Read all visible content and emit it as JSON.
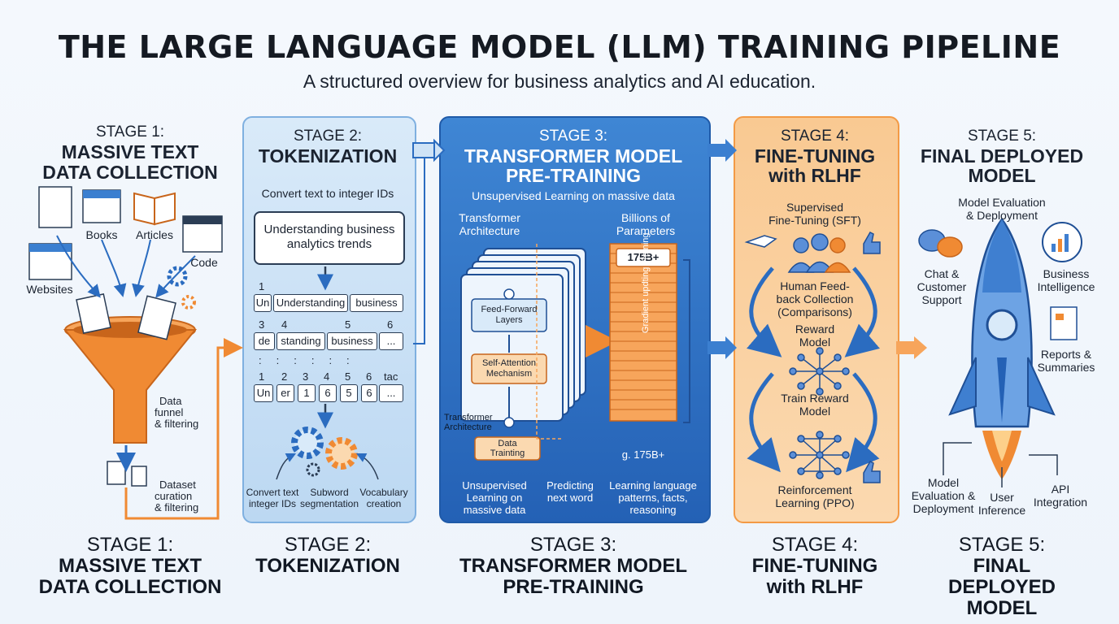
{
  "title": "THE LARGE LANGUAGE MODEL (LLM) TRAINING PIPELINE",
  "subtitle": "A structured overview for business analytics and AI education.",
  "colors": {
    "blue_dark": "#2461b5",
    "blue_light": "#cfe3f6",
    "orange": "#f39a45",
    "orange_light": "#fbd9b0"
  },
  "stage1": {
    "label": "STAGE 1:",
    "name_line1": "MASSIVE TEXT",
    "name_line2": "DATA COLLECTION",
    "sources": [
      "Books",
      "Articles",
      "Code",
      "Websites"
    ],
    "funnel_label": [
      "Data",
      "funnel",
      "& filtering"
    ],
    "curation_label": [
      "Dataset",
      "curation",
      "& filtering"
    ],
    "icons": [
      "document-icon",
      "browser-icon",
      "book-icon",
      "code-icon",
      "funnel-icon"
    ]
  },
  "stage2": {
    "label": "STAGE 2:",
    "name": "TOKENIZATION",
    "intro": "Convert text to integer IDs",
    "example_line1": "Understanding business",
    "example_line2": "analytics trends",
    "row1_nums": [
      "1"
    ],
    "row1_tokens": [
      "Un",
      "Understanding",
      "business"
    ],
    "row2_nums": [
      "3",
      "4",
      "5",
      "6"
    ],
    "row2_tokens": [
      "de",
      "standing",
      "business",
      "..."
    ],
    "row3_nums": [
      "1",
      "2",
      "3",
      "4",
      "5",
      "6",
      "tac"
    ],
    "row3_tokens": [
      "Un",
      "er",
      "1",
      "6",
      "5",
      "6",
      "..."
    ],
    "captions": [
      [
        "Convert text",
        "integer IDs"
      ],
      [
        "Subword",
        "segmentation"
      ],
      [
        "Vocabulary",
        "creation"
      ]
    ]
  },
  "stage3": {
    "label": "STAGE 3:",
    "name_line1": "TRANSFORMER MODEL",
    "name_line2": "PRE-TRAINING",
    "intro": "Unsupervised Learning on massive data",
    "arch_label": [
      "Transformer",
      "Architecture"
    ],
    "params_label": [
      "Billions of",
      "Parameters"
    ],
    "param_badge": "175B+",
    "ff_layers": [
      "Feed-Forward",
      "Layers"
    ],
    "self_attention": [
      "Self-Attention",
      "Mechanism"
    ],
    "arch_label2": [
      "Transformer",
      "Architecture"
    ],
    "data_training": [
      "Data",
      "Trainting"
    ],
    "gradient_label": "Gradient updting Training",
    "param_footer": "g. 175B+",
    "captions": [
      [
        "Unsupervised",
        "Learning on",
        "massive data"
      ],
      [
        "Predicting",
        "next word"
      ],
      [
        "Learning language",
        "patterns, facts,",
        "reasoning"
      ]
    ]
  },
  "stage4": {
    "label": "STAGE 4:",
    "name_line1": "FINE-TUNING",
    "name_line2": "with RLHF",
    "sft": [
      "Supervised",
      "Fine-Tuning (SFT)"
    ],
    "human_feedback": [
      "Human Feed-",
      "back Collection",
      "(Comparisons)"
    ],
    "reward_model": [
      "Reward",
      "Model"
    ],
    "train_reward": [
      "Train Reward",
      "Model"
    ],
    "rl": [
      "Reinforcement",
      "Learning (PPO)"
    ]
  },
  "stage5": {
    "label": "STAGE 5:",
    "name_line1": "FINAL DEPLOYED",
    "name_line2": "MODEL",
    "eval": [
      "Model Evaluation",
      "& Deployment"
    ],
    "chat": [
      "Chat &",
      "Customer",
      "Support"
    ],
    "bi": [
      "Business",
      "Intelligence"
    ],
    "reports": [
      "Reports &",
      "Summaries"
    ],
    "bottom": [
      [
        "Model",
        "Evaluation &",
        "Deployment"
      ],
      [
        "User",
        "Inference"
      ],
      [
        "API",
        "Integration"
      ]
    ]
  },
  "footer": [
    {
      "label": "STAGE 1:",
      "l1": "MASSIVE TEXT",
      "l2": "DATA COLLECTION"
    },
    {
      "label": "STAGE 2:",
      "l1": "TOKENIZATION",
      "l2": ""
    },
    {
      "label": "STAGE 3:",
      "l1": "TRANSFORMER MODEL",
      "l2": "PRE-TRAINING"
    },
    {
      "label": "STAGE 4:",
      "l1": "FINE-TUNING",
      "l2": "with RLHF"
    },
    {
      "label": "STAGE 5:",
      "l1": "FINAL",
      "l2": "DEPLOYED MODEL"
    }
  ]
}
